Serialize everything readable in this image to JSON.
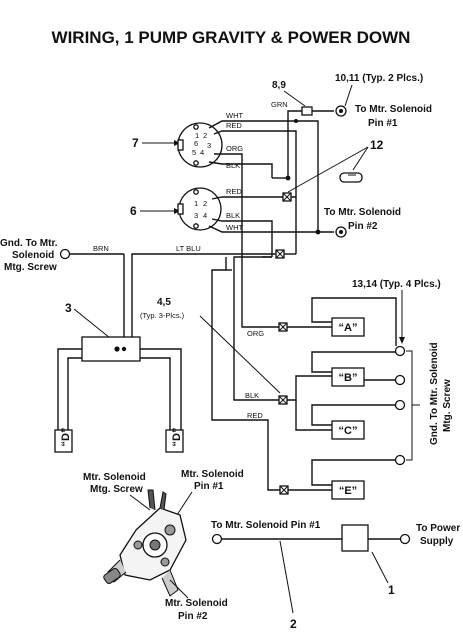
{
  "title": "WIRING, 1 PUMP GRAVITY & POWER DOWN",
  "callouts": {
    "c89": "8,9",
    "c1011": "10,11 (Typ. 2 Plcs.)",
    "c12": "12",
    "c7": "7",
    "c6": "6",
    "c3": "3",
    "c45": "4,5",
    "c45sub": "(Typ. 3-Plcs.)",
    "c1314": "13,14 (Typ. 4 Plcs.)",
    "c1": "1",
    "c2": "2"
  },
  "labels": {
    "to_sol1_a": "To Mtr. Solenoid",
    "to_sol1_b": "Pin #1",
    "to_sol2_a": "To Mtr. Solenoid",
    "to_sol2_b": "Pin #2",
    "gnd_a": "Gnd. To Mtr.",
    "gnd_b": "Solenoid",
    "gnd_c": "Mtg. Screw",
    "gnd_vertical_a": "Gnd. To Mtr. Solenoid",
    "gnd_vertical_b": "Mtg. Screw",
    "mtr_screw_a": "Mtr. Solenoid",
    "mtr_screw_b": "Mtg. Screw",
    "mtr_pin1_a": "Mtr. Solenoid",
    "mtr_pin1_b": "Pin #1",
    "mtr_pin2_a": "Mtr. Solenoid",
    "mtr_pin2_b": "Pin #2",
    "to_sol_pin1": "To Mtr. Solenoid Pin #1",
    "to_power_a": "To Power",
    "to_power_b": "Supply"
  },
  "wires": {
    "grn": "GRN",
    "wht1": "WHT",
    "red1": "RED",
    "orgTop": "ORG",
    "blkTop": "BLK",
    "red2": "RED",
    "blk2": "BLK",
    "wht2": "WHT",
    "brn": "BRN",
    "ltblu": "LT BLU",
    "org": "ORG",
    "blk": "BLK",
    "red": "RED"
  },
  "plug7_pins": [
    "1",
    "2",
    "3",
    "5",
    "4",
    "6"
  ],
  "plug6_pins": [
    "1",
    "2",
    "3",
    "4"
  ],
  "solenoids": [
    "“A”",
    "“B”",
    "“C”",
    "“E”"
  ],
  "valve_left": "“D”",
  "valve_right": "“D”"
}
